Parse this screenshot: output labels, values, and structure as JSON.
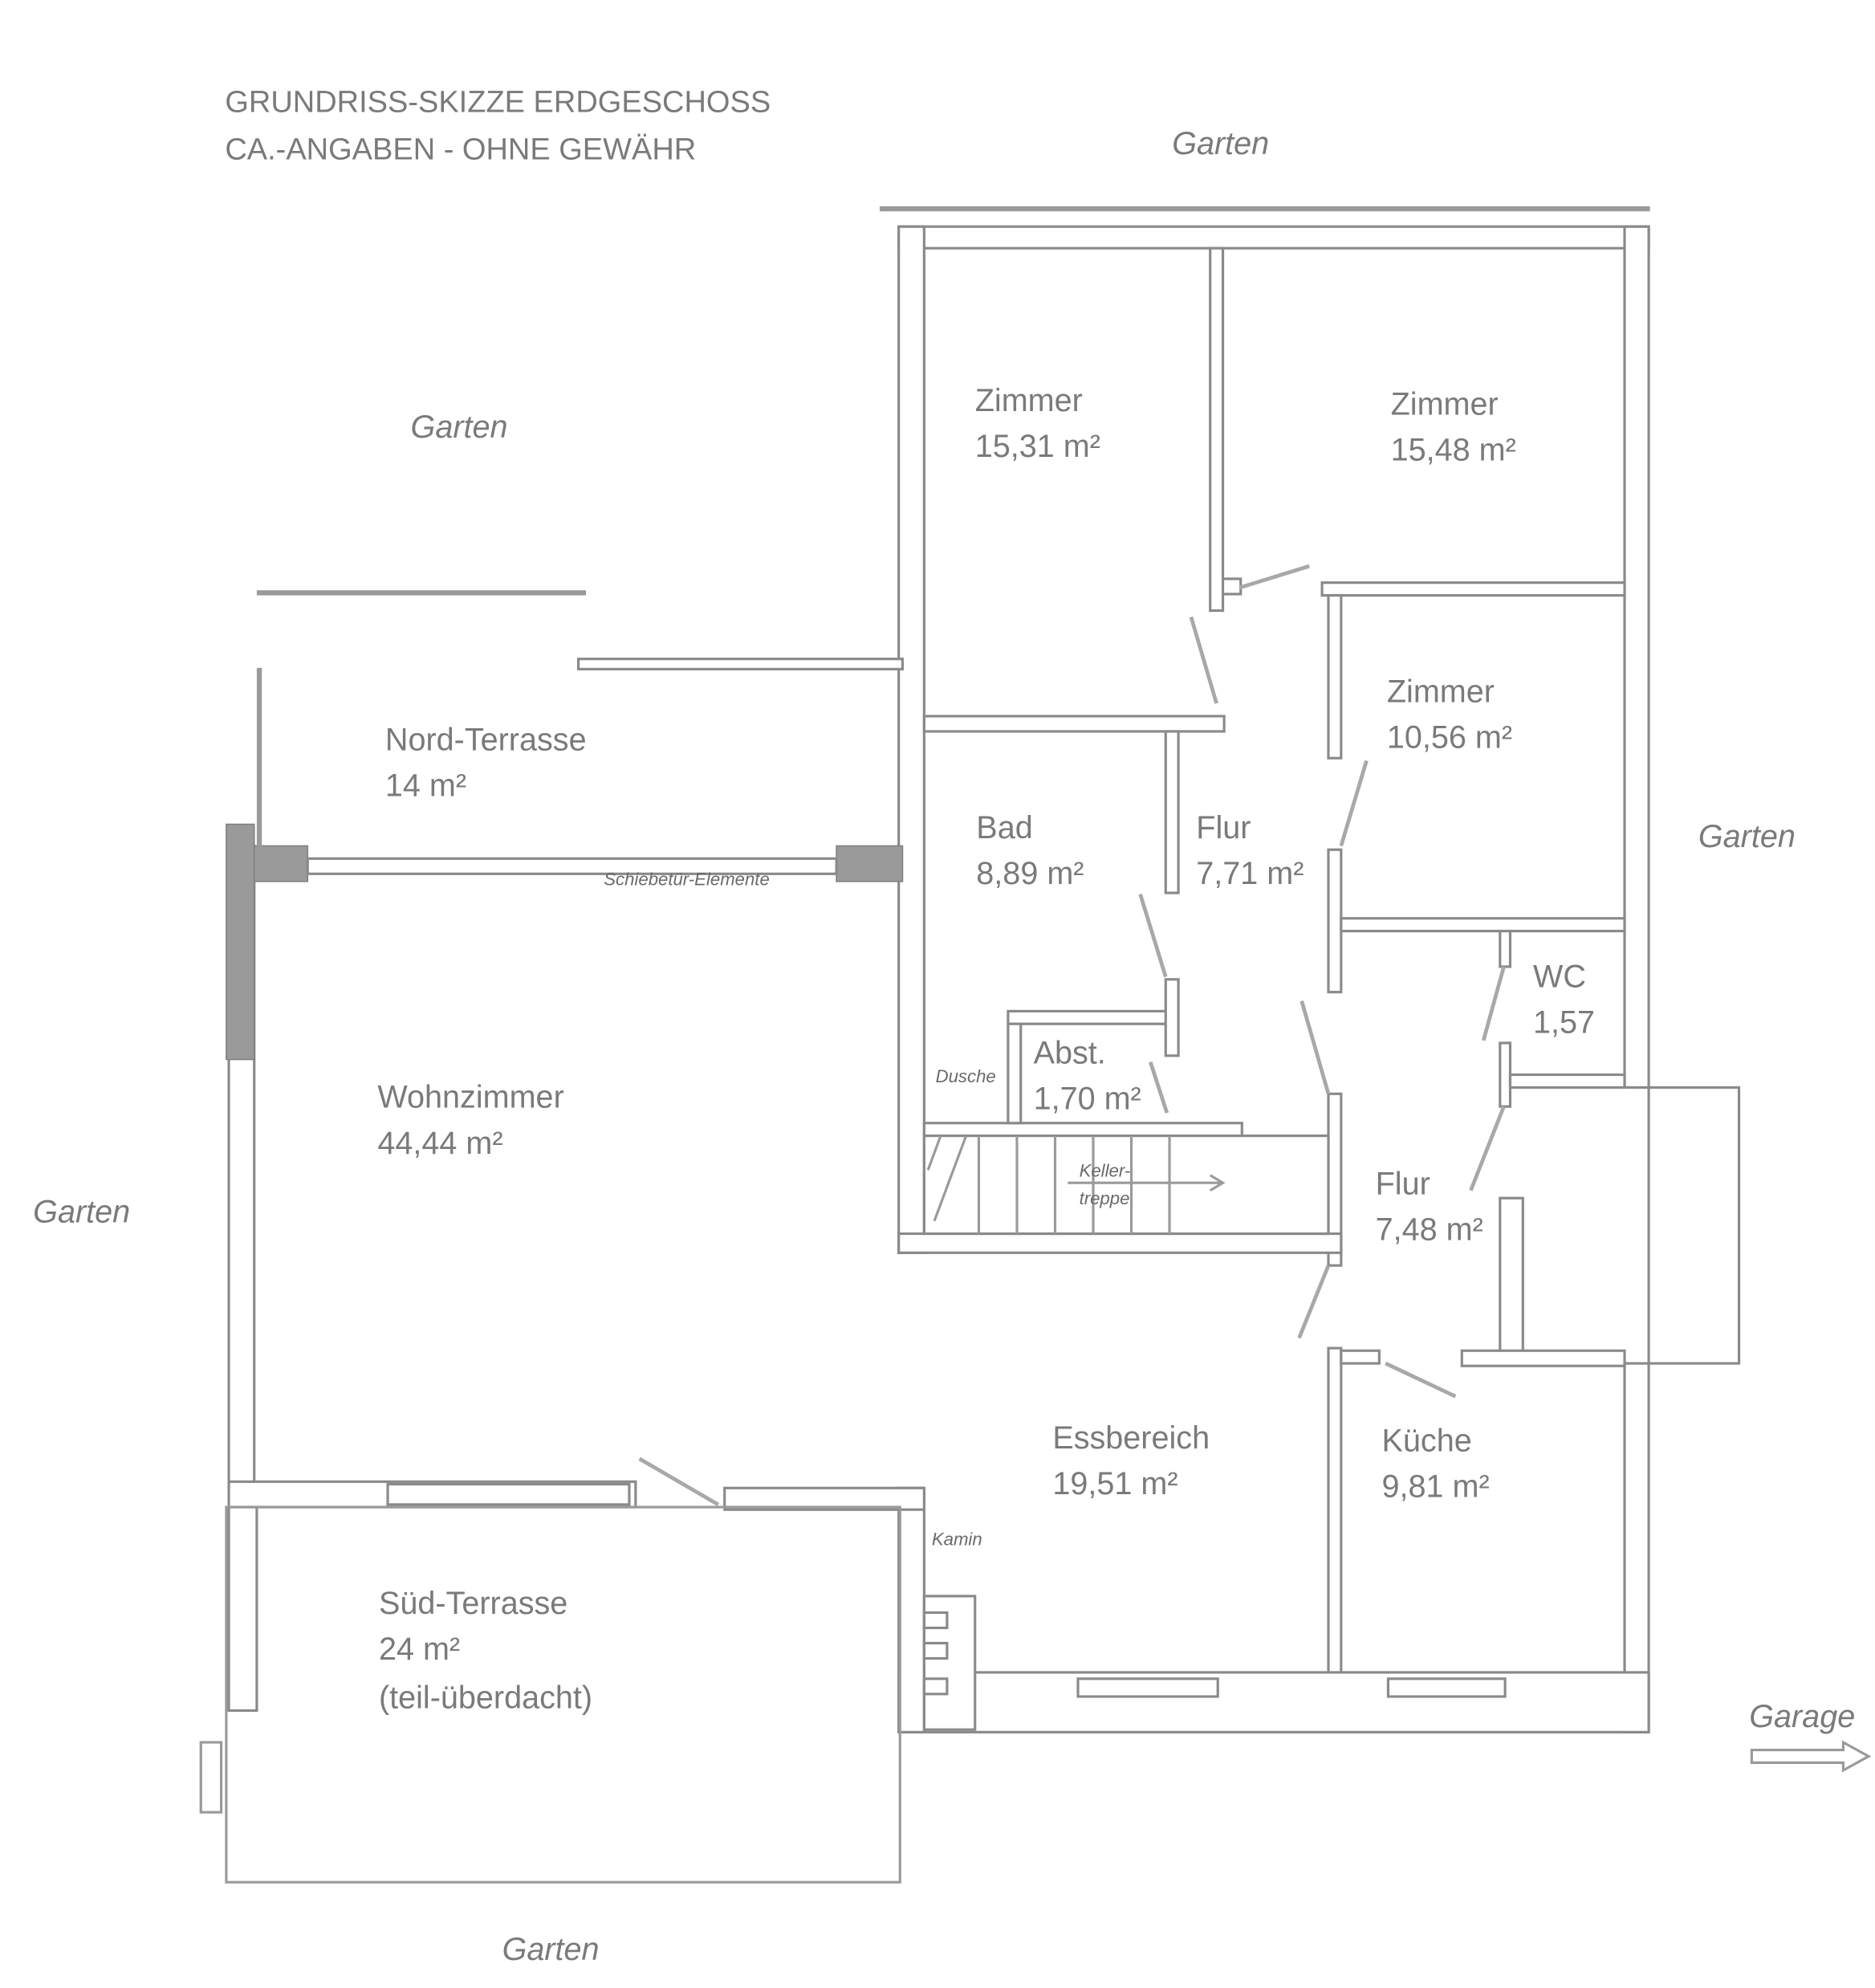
{
  "title": {
    "line1": "GRUNDRISS-SKIZZE ERDGESCHOSS",
    "line2": "CA.-ANGABEN - OHNE GEWÄHR"
  },
  "surroundings": {
    "garten_top": "Garten",
    "garten_upper_left": "Garten",
    "garten_right": "Garten",
    "garten_left": "Garten",
    "garten_bottom": "Garten",
    "garage": "Garage"
  },
  "rooms": [
    {
      "name": "Zimmer",
      "area": "15,31 m²"
    },
    {
      "name": "Zimmer",
      "area": "15,48 m²"
    },
    {
      "name": "Zimmer",
      "area": "10,56 m²"
    },
    {
      "name": "Nord-Terrasse",
      "area": "14 m²"
    },
    {
      "name": "Bad",
      "area": "8,89 m²"
    },
    {
      "name": "Flur",
      "area": "7,71 m²"
    },
    {
      "name": "WC",
      "area": "1,57"
    },
    {
      "name": "Abst.",
      "area": "1,70 m²"
    },
    {
      "name": "Wohnzimmer",
      "area": "44,44 m²"
    },
    {
      "name": "Flur",
      "area": "7,48 m²"
    },
    {
      "name": "Essbereich",
      "area": "19,51 m²"
    },
    {
      "name": "Küche",
      "area": "9,81 m²"
    },
    {
      "name": "Süd-Terrasse",
      "area": "24 m²",
      "note": "(teil-überdacht)"
    }
  ],
  "annotations": {
    "schiebetuer": "Schiebetür-Elemente",
    "dusche": "Dusche",
    "kellertreppe_1": "Keller-",
    "kellertreppe_2": "treppe",
    "kamin": "Kamin"
  }
}
